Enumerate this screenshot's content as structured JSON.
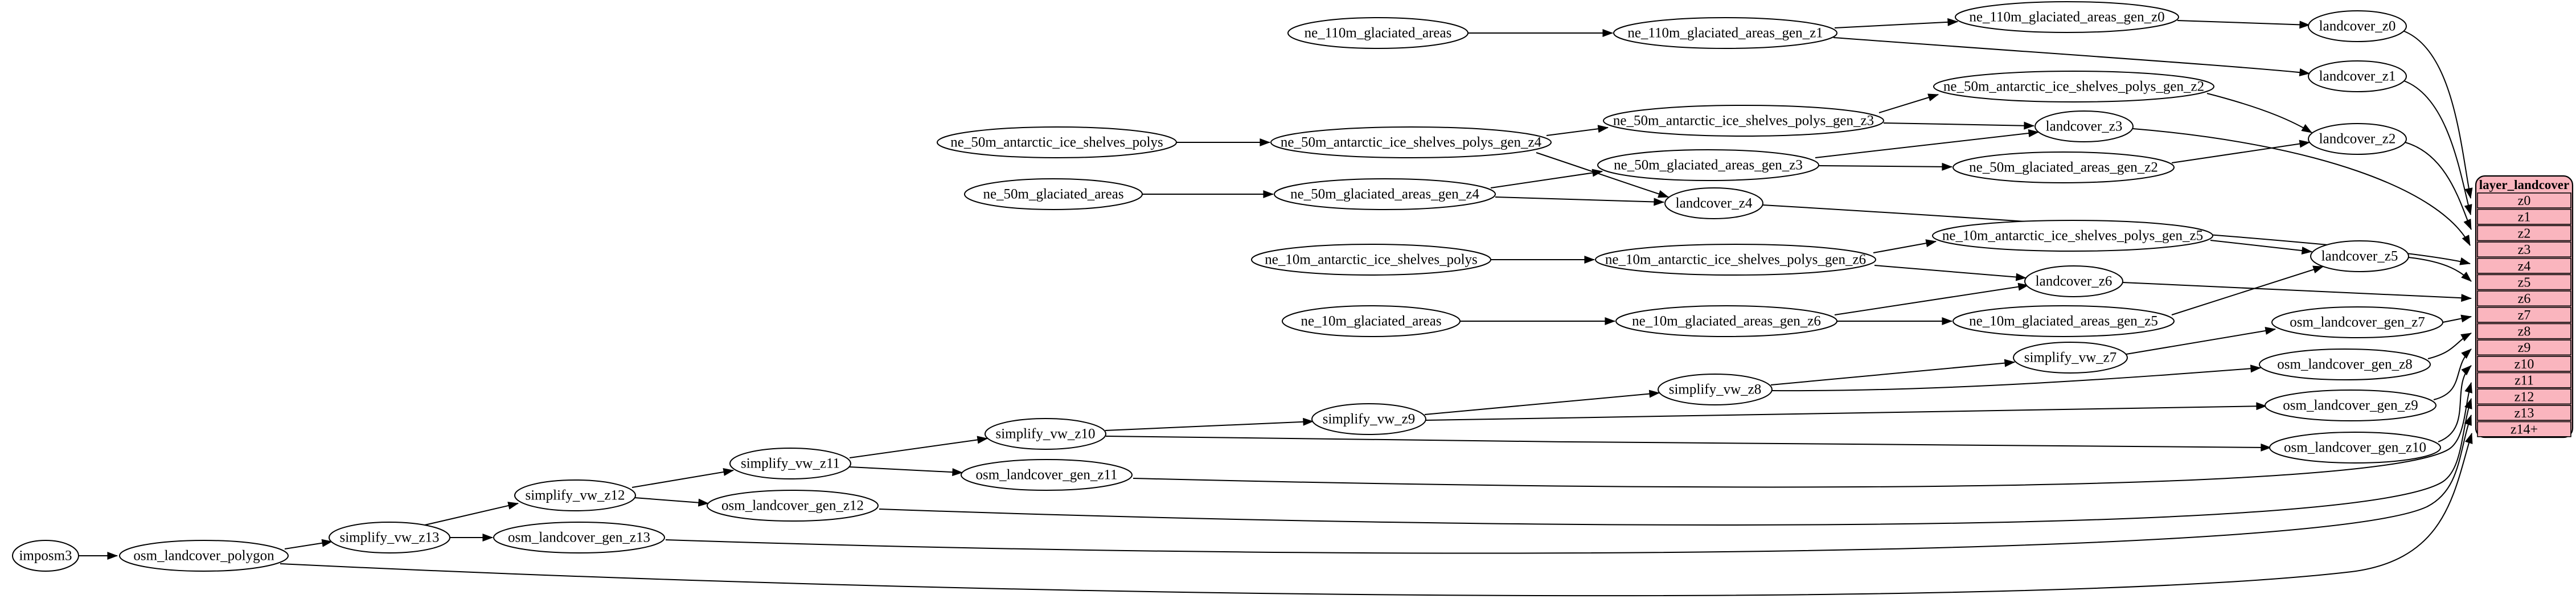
{
  "diagram": {
    "background": "#ffffff",
    "node_fill": "#ffffff",
    "node_stroke": "#000000",
    "edge_color": "#000000",
    "nodes": [
      {
        "id": "imposm3",
        "label": "imposm3"
      },
      {
        "id": "osm_landcover_polygon",
        "label": "osm_landcover_polygon"
      },
      {
        "id": "simplify_vw_z13",
        "label": "simplify_vw_z13"
      },
      {
        "id": "osm_landcover_gen_z13",
        "label": "osm_landcover_gen_z13"
      },
      {
        "id": "simplify_vw_z12",
        "label": "simplify_vw_z12"
      },
      {
        "id": "osm_landcover_gen_z12",
        "label": "osm_landcover_gen_z12"
      },
      {
        "id": "simplify_vw_z11",
        "label": "simplify_vw_z11"
      },
      {
        "id": "osm_landcover_gen_z11",
        "label": "osm_landcover_gen_z11"
      },
      {
        "id": "simplify_vw_z10",
        "label": "simplify_vw_z10"
      },
      {
        "id": "simplify_vw_z9",
        "label": "simplify_vw_z9"
      },
      {
        "id": "simplify_vw_z8",
        "label": "simplify_vw_z8"
      },
      {
        "id": "simplify_vw_z7",
        "label": "simplify_vw_z7"
      },
      {
        "id": "osm_landcover_gen_z7",
        "label": "osm_landcover_gen_z7"
      },
      {
        "id": "osm_landcover_gen_z8",
        "label": "osm_landcover_gen_z8"
      },
      {
        "id": "osm_landcover_gen_z9",
        "label": "osm_landcover_gen_z9"
      },
      {
        "id": "osm_landcover_gen_z10",
        "label": "osm_landcover_gen_z10"
      },
      {
        "id": "ne_110m_glaciated_areas",
        "label": "ne_110m_glaciated_areas"
      },
      {
        "id": "ne_110m_glaciated_areas_gen_z1",
        "label": "ne_110m_glaciated_areas_gen_z1"
      },
      {
        "id": "ne_110m_glaciated_areas_gen_z0",
        "label": "ne_110m_glaciated_areas_gen_z0"
      },
      {
        "id": "ne_50m_antarctic_ice_shelves_polys",
        "label": "ne_50m_antarctic_ice_shelves_polys"
      },
      {
        "id": "ne_50m_antarctic_ice_shelves_polys_gen_z4",
        "label": "ne_50m_antarctic_ice_shelves_polys_gen_z4"
      },
      {
        "id": "ne_50m_antarctic_ice_shelves_polys_gen_z3",
        "label": "ne_50m_antarctic_ice_shelves_polys_gen_z3"
      },
      {
        "id": "ne_50m_antarctic_ice_shelves_polys_gen_z2",
        "label": "ne_50m_antarctic_ice_shelves_polys_gen_z2"
      },
      {
        "id": "ne_50m_glaciated_areas",
        "label": "ne_50m_glaciated_areas"
      },
      {
        "id": "ne_50m_glaciated_areas_gen_z4",
        "label": "ne_50m_glaciated_areas_gen_z4"
      },
      {
        "id": "ne_50m_glaciated_areas_gen_z3",
        "label": "ne_50m_glaciated_areas_gen_z3"
      },
      {
        "id": "ne_50m_glaciated_areas_gen_z2",
        "label": "ne_50m_glaciated_areas_gen_z2"
      },
      {
        "id": "ne_10m_antarctic_ice_shelves_polys",
        "label": "ne_10m_antarctic_ice_shelves_polys"
      },
      {
        "id": "ne_10m_antarctic_ice_shelves_polys_gen_z6",
        "label": "ne_10m_antarctic_ice_shelves_polys_gen_z6"
      },
      {
        "id": "ne_10m_antarctic_ice_shelves_polys_gen_z5",
        "label": "ne_10m_antarctic_ice_shelves_polys_gen_z5"
      },
      {
        "id": "ne_10m_glaciated_areas",
        "label": "ne_10m_glaciated_areas"
      },
      {
        "id": "ne_10m_glaciated_areas_gen_z6",
        "label": "ne_10m_glaciated_areas_gen_z6"
      },
      {
        "id": "ne_10m_glaciated_areas_gen_z5",
        "label": "ne_10m_glaciated_areas_gen_z5"
      },
      {
        "id": "landcover_z0",
        "label": "landcover_z0"
      },
      {
        "id": "landcover_z1",
        "label": "landcover_z1"
      },
      {
        "id": "landcover_z2",
        "label": "landcover_z2"
      },
      {
        "id": "landcover_z3",
        "label": "landcover_z3"
      },
      {
        "id": "landcover_z4",
        "label": "landcover_z4"
      },
      {
        "id": "landcover_z5",
        "label": "landcover_z5"
      },
      {
        "id": "landcover_z6",
        "label": "landcover_z6"
      }
    ],
    "edges": [
      [
        "imposm3",
        "osm_landcover_polygon"
      ],
      [
        "osm_landcover_polygon",
        "simplify_vw_z13"
      ],
      [
        "osm_landcover_polygon",
        "layer_landcover:z14+"
      ],
      [
        "simplify_vw_z13",
        "simplify_vw_z12"
      ],
      [
        "simplify_vw_z13",
        "osm_landcover_gen_z13"
      ],
      [
        "osm_landcover_gen_z13",
        "layer_landcover:z13"
      ],
      [
        "simplify_vw_z12",
        "simplify_vw_z11"
      ],
      [
        "simplify_vw_z12",
        "osm_landcover_gen_z12"
      ],
      [
        "osm_landcover_gen_z12",
        "layer_landcover:z12"
      ],
      [
        "simplify_vw_z11",
        "simplify_vw_z10"
      ],
      [
        "simplify_vw_z11",
        "osm_landcover_gen_z11"
      ],
      [
        "osm_landcover_gen_z11",
        "layer_landcover:z11"
      ],
      [
        "simplify_vw_z10",
        "simplify_vw_z9"
      ],
      [
        "simplify_vw_z10",
        "osm_landcover_gen_z10"
      ],
      [
        "osm_landcover_gen_z10",
        "layer_landcover:z10"
      ],
      [
        "simplify_vw_z9",
        "simplify_vw_z8"
      ],
      [
        "simplify_vw_z9",
        "osm_landcover_gen_z9"
      ],
      [
        "osm_landcover_gen_z9",
        "layer_landcover:z9"
      ],
      [
        "simplify_vw_z8",
        "simplify_vw_z7"
      ],
      [
        "simplify_vw_z8",
        "osm_landcover_gen_z8"
      ],
      [
        "osm_landcover_gen_z8",
        "layer_landcover:z8"
      ],
      [
        "simplify_vw_z7",
        "osm_landcover_gen_z7"
      ],
      [
        "osm_landcover_gen_z7",
        "layer_landcover:z7"
      ],
      [
        "ne_10m_antarctic_ice_shelves_polys",
        "ne_10m_antarctic_ice_shelves_polys_gen_z6"
      ],
      [
        "ne_10m_antarctic_ice_shelves_polys_gen_z6",
        "ne_10m_antarctic_ice_shelves_polys_gen_z5"
      ],
      [
        "ne_10m_antarctic_ice_shelves_polys_gen_z6",
        "landcover_z6"
      ],
      [
        "ne_10m_antarctic_ice_shelves_polys_gen_z5",
        "landcover_z5"
      ],
      [
        "ne_10m_glaciated_areas",
        "ne_10m_glaciated_areas_gen_z6"
      ],
      [
        "ne_10m_glaciated_areas_gen_z6",
        "landcover_z6"
      ],
      [
        "ne_10m_glaciated_areas_gen_z6",
        "ne_10m_glaciated_areas_gen_z5"
      ],
      [
        "ne_10m_glaciated_areas_gen_z5",
        "landcover_z5"
      ],
      [
        "landcover_z5",
        "layer_landcover:z5"
      ],
      [
        "landcover_z6",
        "layer_landcover:z6"
      ],
      [
        "ne_50m_antarctic_ice_shelves_polys",
        "ne_50m_antarctic_ice_shelves_polys_gen_z4"
      ],
      [
        "ne_50m_antarctic_ice_shelves_polys_gen_z4",
        "ne_50m_antarctic_ice_shelves_polys_gen_z3"
      ],
      [
        "ne_50m_antarctic_ice_shelves_polys_gen_z4",
        "landcover_z4"
      ],
      [
        "ne_50m_antarctic_ice_shelves_polys_gen_z3",
        "ne_50m_antarctic_ice_shelves_polys_gen_z2"
      ],
      [
        "ne_50m_antarctic_ice_shelves_polys_gen_z3",
        "landcover_z3"
      ],
      [
        "ne_50m_antarctic_ice_shelves_polys_gen_z2",
        "landcover_z2"
      ],
      [
        "ne_50m_glaciated_areas",
        "ne_50m_glaciated_areas_gen_z4"
      ],
      [
        "ne_50m_glaciated_areas_gen_z4",
        "landcover_z4"
      ],
      [
        "ne_50m_glaciated_areas_gen_z4",
        "ne_50m_glaciated_areas_gen_z3"
      ],
      [
        "ne_50m_glaciated_areas_gen_z3",
        "landcover_z3"
      ],
      [
        "ne_50m_glaciated_areas_gen_z3",
        "ne_50m_glaciated_areas_gen_z2"
      ],
      [
        "ne_50m_glaciated_areas_gen_z2",
        "landcover_z2"
      ],
      [
        "landcover_z2",
        "layer_landcover:z2"
      ],
      [
        "landcover_z3",
        "layer_landcover:z3"
      ],
      [
        "landcover_z4",
        "layer_landcover:z4"
      ],
      [
        "ne_110m_glaciated_areas",
        "ne_110m_glaciated_areas_gen_z1"
      ],
      [
        "ne_110m_glaciated_areas_gen_z1",
        "ne_110m_glaciated_areas_gen_z0"
      ],
      [
        "ne_110m_glaciated_areas_gen_z1",
        "landcover_z1"
      ],
      [
        "ne_110m_glaciated_areas_gen_z0",
        "landcover_z0"
      ],
      [
        "landcover_z0",
        "layer_landcover:z0"
      ],
      [
        "landcover_z1",
        "layer_landcover:z1"
      ]
    ],
    "table": {
      "title": "layer_landcover",
      "rows": [
        "z0",
        "z1",
        "z2",
        "z3",
        "z4",
        "z5",
        "z6",
        "z7",
        "z8",
        "z9",
        "z10",
        "z11",
        "z12",
        "z13",
        "z14+"
      ],
      "fill": "#fab5be",
      "stroke": "#000000"
    }
  }
}
